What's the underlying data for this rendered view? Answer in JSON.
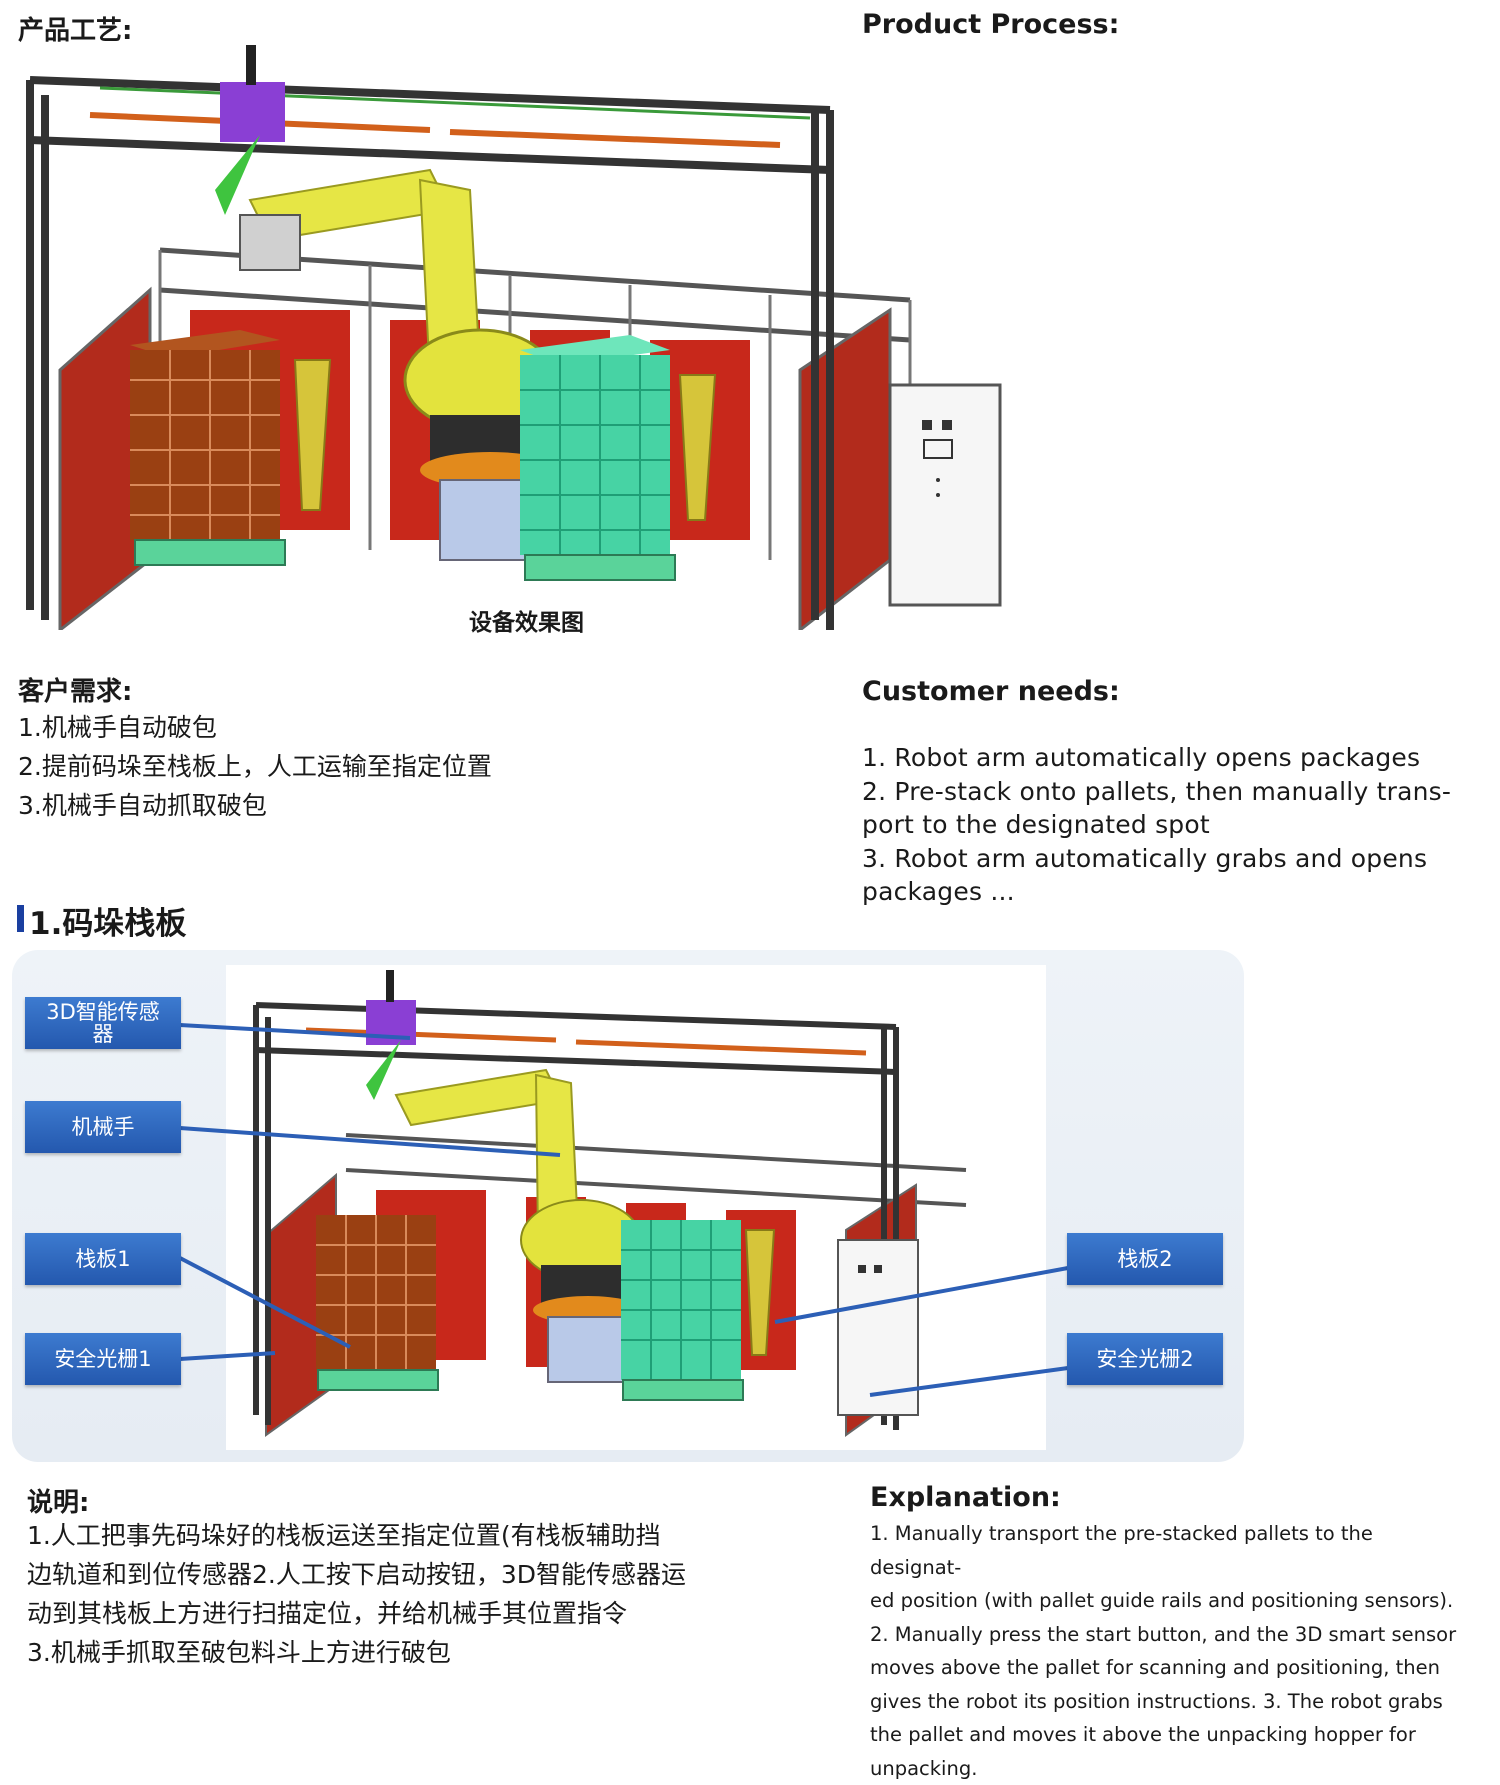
{
  "header": {
    "title_cn": "产品工艺:",
    "title_en": "Product Process:"
  },
  "figure_caption": "设备效果图",
  "customer_needs": {
    "heading_cn": "客户需求:",
    "items_cn": [
      "1.机械手自动破包",
      "2.提前码垛至栈板上，人工运输至指定位置",
      "3.机械手自动抓取破包"
    ],
    "heading_en": "Customer needs:",
    "lines_en": [
      "1. Robot arm automatically opens packages",
      "2. Pre-stack onto pallets, then manually trans-",
      "port to the designated spot",
      "3. Robot arm automatically grabs and opens",
      "packages ..."
    ]
  },
  "section1": {
    "title": "1.码垛栈板"
  },
  "diagram_labels": {
    "sensor3d": "3D智能传感器",
    "robot": "机械手",
    "pallet1": "栈板1",
    "light_curtain1": "安全光栅1",
    "pallet2": "栈板2",
    "light_curtain2": "安全光栅2"
  },
  "explanation": {
    "heading_cn": "说明:",
    "lines_cn": [
      "1.人工把事先码垛好的栈板运送至指定位置(有栈板辅助挡",
      "边轨道和到位传感器2.人工按下启动按钮，3D智能传感器运",
      "动到其栈板上方进行扫描定位，并给机械手其位置指令",
      "3.机械手抓取至破包料斗上方进行破包"
    ],
    "heading_en": "Explanation:",
    "lines_en": [
      "1. Manually transport the pre-stacked pallets to the designat-",
      "ed position (with pallet guide rails and positioning sensors).",
      "2. Manually press the start button, and the 3D smart sensor",
      "moves above the pallet for scanning and positioning, then",
      "gives the robot its position instructions. 3. The robot grabs",
      "the pallet and moves it above the unpacking hopper for",
      "unpacking."
    ]
  }
}
